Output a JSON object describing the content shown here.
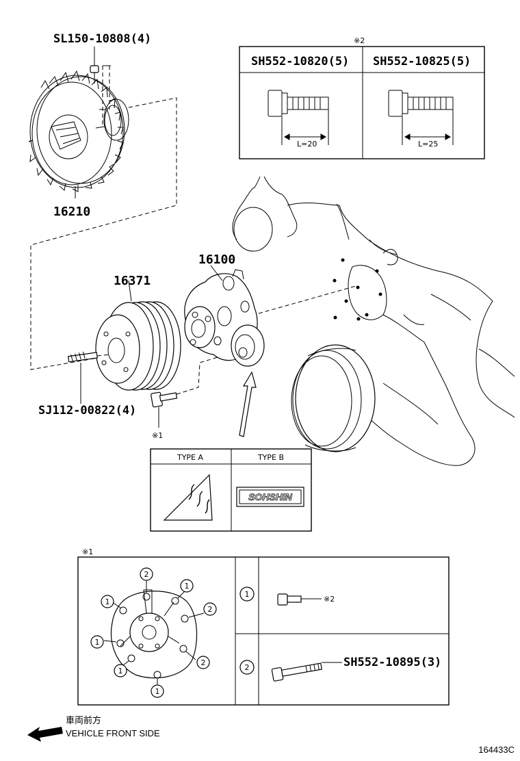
{
  "parts": {
    "fan_clutch_bolt": "SL150-10808(4)",
    "fan_clutch": "16210",
    "pulley": "16371",
    "water_pump": "16100",
    "stud": "SJ112-00822(4)",
    "mark1": "※1"
  },
  "bolt_table": {
    "mark": "※2",
    "col1_part": "SH552-10820(5)",
    "col2_part": "SH552-10825(5)",
    "col1_length": "L=20",
    "col2_length": "L=25"
  },
  "type_table": {
    "type_a": "TYPE A",
    "type_b": "TYPE B",
    "type_b_logo": "SOHSHIN"
  },
  "legend": {
    "mark": "※1",
    "row1_num": "1",
    "row1_ref": "※2",
    "row2_num": "2",
    "row2_part": "SH552-10895(3)"
  },
  "footer": {
    "front_jp": "車両前方",
    "front_en": "VEHICLE FRONT SIDE",
    "diagram_id": "164433C"
  }
}
